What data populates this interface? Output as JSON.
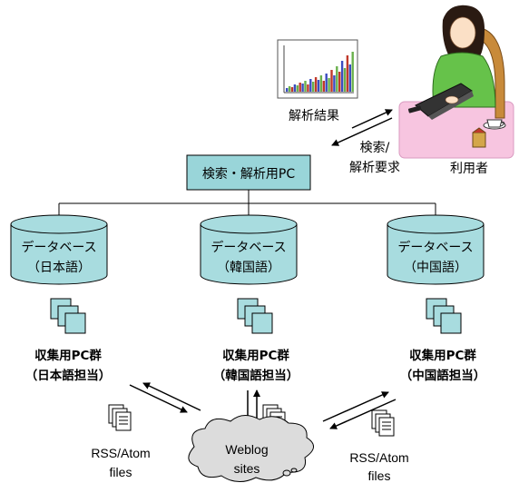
{
  "analysis_result_label": "解析結果",
  "request_label_line1": "検索/",
  "request_label_line2": "解析要求",
  "user_label": "利用者",
  "search_pc_label": "検索・解析用PC",
  "databases": [
    {
      "line1": "データベース",
      "line2": "（日本語）"
    },
    {
      "line1": "データベース",
      "line2": "（韓国語）"
    },
    {
      "line1": "データベース",
      "line2": "（中国語）"
    }
  ],
  "collectors": [
    {
      "line1": "収集用PC群",
      "line2": "（日本語担当）"
    },
    {
      "line1": "収集用PC群",
      "line2": "（韓国語担当）"
    },
    {
      "line1": "収集用PC群",
      "line2": "（中国語担当）"
    }
  ],
  "rss_left": {
    "line1": "RSS/Atom",
    "line2": "files"
  },
  "rss_right": {
    "line1": "RSS/Atom",
    "line2": "files"
  },
  "weblog": {
    "line1": "Weblog",
    "line2": "sites"
  },
  "colors": {
    "box_fill": "#99d5d9",
    "server_fill": "#a8dcdf",
    "pink": "#f7c5e0",
    "cloud_fill": "#dcdcdc"
  }
}
